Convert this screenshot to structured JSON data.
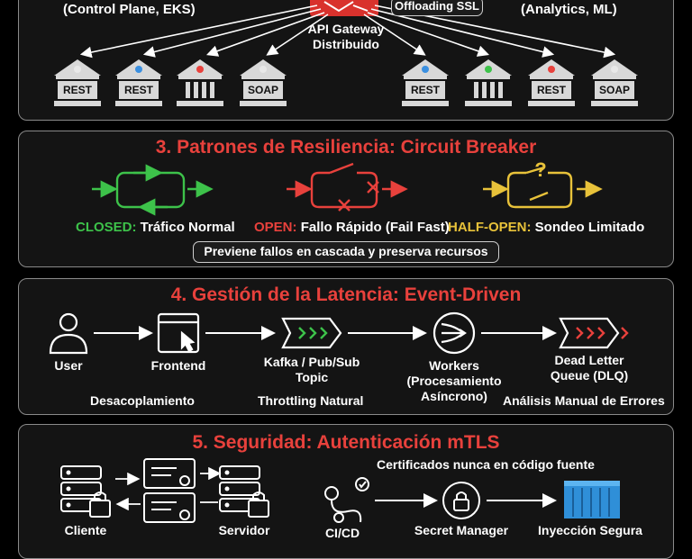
{
  "section1": {
    "left_label": "(Control Plane, EKS)",
    "right_label": "(Analytics, ML)",
    "ssl_pill": "Offloading SSL",
    "gateway_label_line1": "API Gateway",
    "gateway_label_line2": "Distribuido",
    "backends": [
      "REST",
      "REST",
      "",
      "SOAP",
      "REST",
      "",
      "REST",
      "SOAP"
    ]
  },
  "section3": {
    "title": "3. Patrones de Resiliencia: Circuit Breaker",
    "closed_state": "CLOSED:",
    "closed_desc": "Tráfico Normal",
    "open_state": "OPEN:",
    "open_desc": "Fallo Rápido (Fail Fast)",
    "halfopen_state": "HALF-OPEN:",
    "halfopen_desc": "Sondeo Limitado",
    "note": "Previene fallos en cascada y preserva recursos",
    "colors": {
      "closed": "#3dc24a",
      "open": "#e8413c",
      "halfopen": "#e8c23a"
    }
  },
  "section4": {
    "title": "4. Gestión de la Latencia: Event-Driven",
    "user": "User",
    "frontend": "Frontend",
    "kafka_line1": "Kafka / Pub/Sub",
    "kafka_line2": "Topic",
    "workers_line1": "Workers",
    "workers_line2": "(Procesamiento",
    "workers_line3": "Asíncrono)",
    "dlq_line1": "Dead Letter",
    "dlq_line2": "Queue (DLQ)",
    "note_decoupling": "Desacoplamiento",
    "note_throttling": "Throttling Natural",
    "note_manual": "Análisis Manual de Errores"
  },
  "section5": {
    "title": "5. Seguridad: Autenticación mTLS",
    "certs_note": "Certificados nunca en código fuente",
    "client": "Cliente",
    "server": "Servidor",
    "cicd": "CI/CD",
    "secret_manager": "Secret Manager",
    "injection": "Inyección Segura"
  }
}
